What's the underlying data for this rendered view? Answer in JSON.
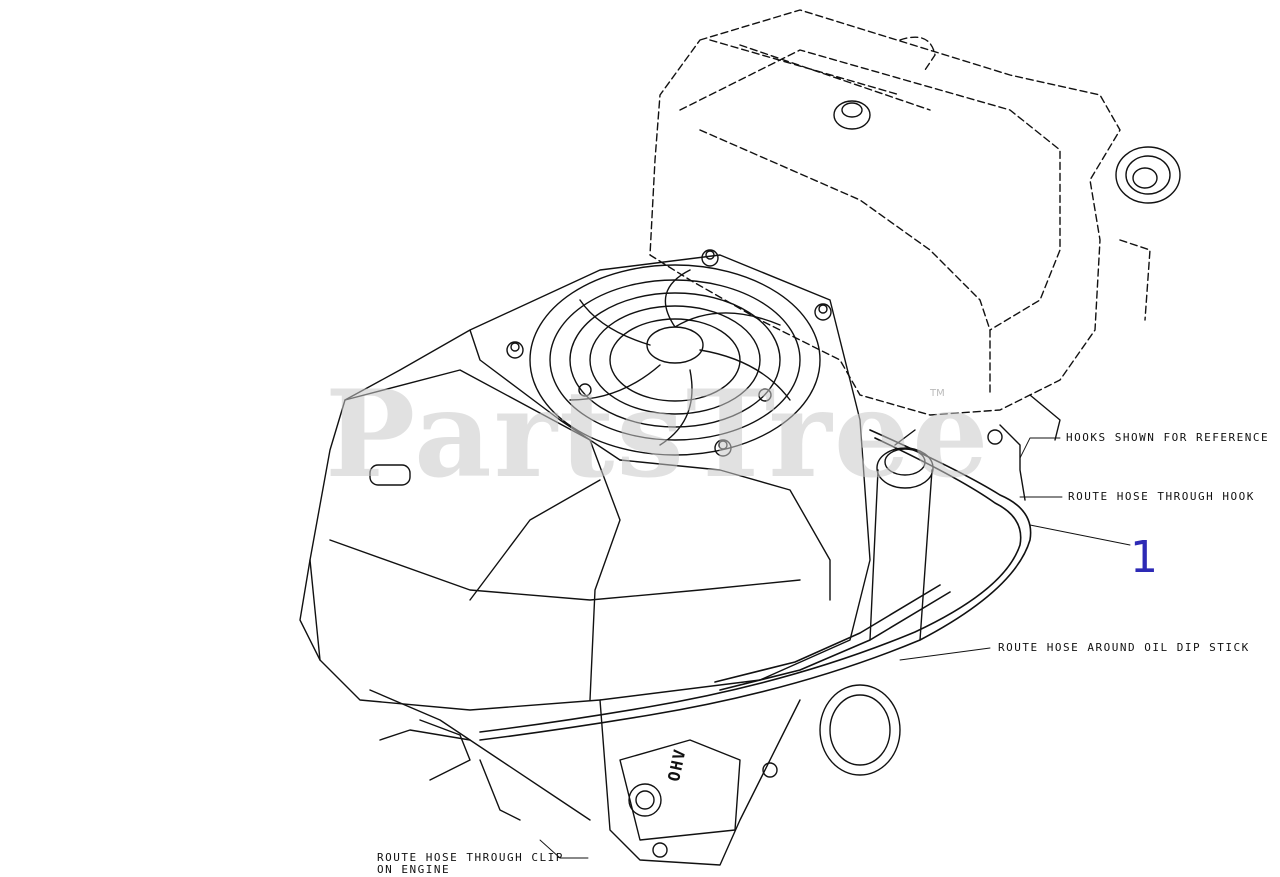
{
  "watermark": {
    "text": "PartsTree",
    "tm": "TM"
  },
  "callout_number": "1",
  "notes": {
    "hooks": "HOOKS SHOWN FOR REFERENCE",
    "route_hook": "ROUTE HOSE THROUGH HOOK",
    "route_dipstick": "ROUTE HOSE AROUND OIL DIP STICK",
    "route_clip_line1": "ROUTE HOSE THROUGH CLIP",
    "route_clip_line2": "ON ENGINE"
  },
  "engine_badge": "OHV",
  "colors": {
    "line": "#111111",
    "callout": "#2d2ab5",
    "watermark": "#c9c9c9"
  }
}
